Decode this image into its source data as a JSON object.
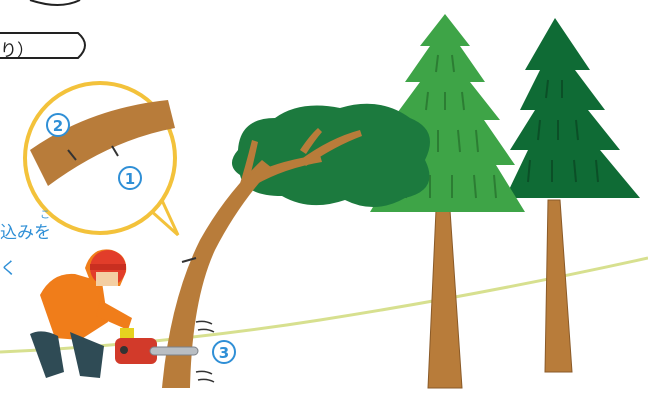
{
  "header_pill": {
    "text": "り）"
  },
  "instruction": {
    "ruby": "こ",
    "line1": "込みを",
    "line2": "く"
  },
  "markers": {
    "one": "1",
    "two": "2",
    "three": "3"
  },
  "colors": {
    "tree_light": "#3ea447",
    "tree_dark": "#0f6b35",
    "foliage": "#1c7a3e",
    "trunk": "#b87c3a",
    "annotation_blue": "#2f8fd6",
    "ground_line": "#d7e08f",
    "callout_border": "#f3c23b",
    "worker_helmet": "#e23d2a",
    "worker_suit": "#f07d1a"
  },
  "icons": {
    "chainsaw": "chainsaw-icon",
    "worker": "worker-icon",
    "tree": "conifer-tree-icon",
    "callout": "magnifier-callout"
  }
}
